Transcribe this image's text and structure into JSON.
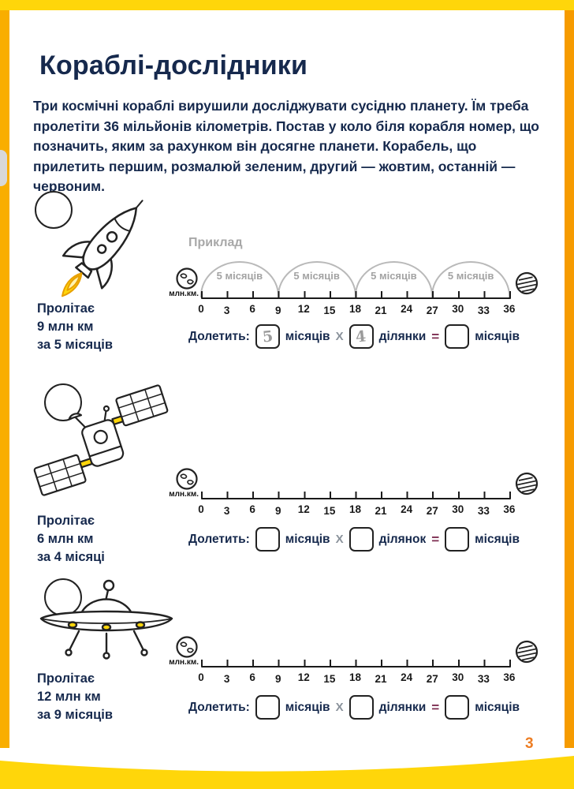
{
  "header": {
    "title": "Кораблі-дослідники",
    "intro": "Три космічні кораблі вирушили досліджувати сусідню планету. Їм треба пролетіти 36 мільйонів кілометрів. Постав у коло біля корабля номер, що позначить, яким за рахунком він досягне планети. Корабель, що прилетить першим, розмалюй зеленим, другий — жовтим, останній — червоним."
  },
  "example": {
    "label": "Приклад",
    "arc_labels": [
      "5 місяців",
      "5 місяців",
      "5 місяців",
      "5 місяців"
    ]
  },
  "numberline": {
    "axis_label": "млн.км.",
    "ticks": [
      "0",
      "3",
      "6",
      "9",
      "12",
      "15",
      "18",
      "21",
      "24",
      "27",
      "30",
      "33",
      "36"
    ]
  },
  "icons": {
    "left_end": "earth-icon",
    "right_end": "striped-planet-icon"
  },
  "colors": {
    "frame_yellow": "#ffd60a",
    "frame_orange": "#f69b00",
    "text_navy": "#16294d",
    "accent_yellow": "#ffd60a",
    "gray_hand": "#9b9b9b",
    "equals_maroon": "#7c2c50",
    "page_number_orange": "#ed7d23"
  },
  "sections": [
    {
      "vehicle": "rocket",
      "stats": {
        "line1": "Пролітає",
        "value": "9",
        "value_unit": "млн км",
        "per": "за",
        "duration": "5",
        "duration_unit": "місяців"
      },
      "answer": {
        "prefix": "Долетить:",
        "box1": "5",
        "unit1": "місяців",
        "op": "X",
        "box2": "4",
        "unit2": "ділянки",
        "eq": "=",
        "box3": "",
        "unit3": "місяців"
      }
    },
    {
      "vehicle": "satellite",
      "stats": {
        "line1": "Пролітає",
        "value": "6",
        "value_unit": "млн км",
        "per": "за",
        "duration": "4",
        "duration_unit": "місяці"
      },
      "answer": {
        "prefix": "Долетить:",
        "box1": "",
        "unit1": "місяців",
        "op": "X",
        "box2": "",
        "unit2": "ділянок",
        "eq": "=",
        "box3": "",
        "unit3": "місяців"
      }
    },
    {
      "vehicle": "ufo",
      "stats": {
        "line1": "Пролітає",
        "value": "12",
        "value_unit": "млн км",
        "per": "за",
        "duration": "9",
        "duration_unit": "місяців"
      },
      "answer": {
        "prefix": "Долетить:",
        "box1": "",
        "unit1": "місяців",
        "op": "X",
        "box2": "",
        "unit2": "ділянки",
        "eq": "=",
        "box3": "",
        "unit3": "місяців"
      }
    }
  ],
  "footer": {
    "page_number": "3"
  }
}
